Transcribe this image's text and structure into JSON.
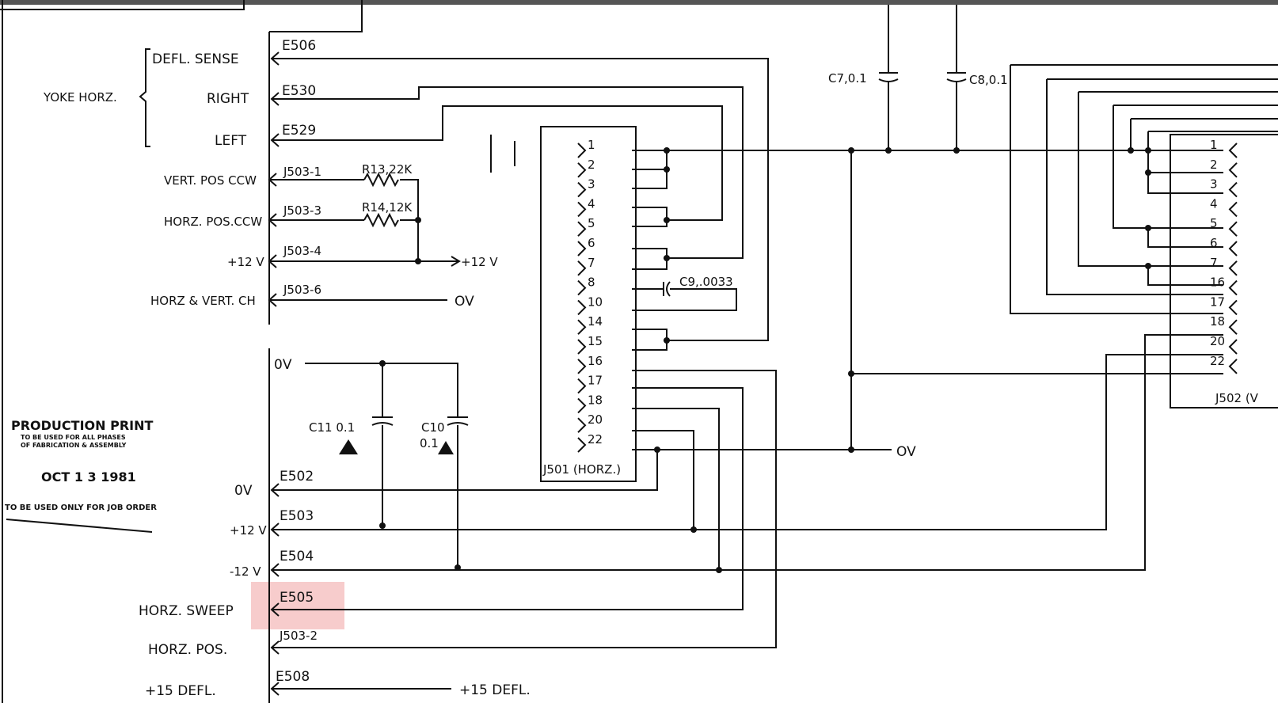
{
  "colors": {
    "ink": "#111111",
    "highlight": "#f7cccc",
    "topbar": "#555555"
  },
  "labels": {
    "defl_sense": "DEFL. SENSE",
    "yoke_horz": "YOKE HORZ.",
    "right": "RIGHT",
    "left": "LEFT",
    "vert_pos": "VERT. POS CCW",
    "horz_pos_ccw": "HORZ. POS.CCW",
    "plus12v_left": "+12 V",
    "horz_vert_ch": "HORZ & VERT. CH",
    "zero_v_left": "0V",
    "plus12v_left2": "+12 V",
    "minus12v": "-12 V",
    "horz_sweep": "HORZ. SWEEP",
    "horz_pos": "HORZ. POS.",
    "plus15_defl": "+15 DEFL."
  },
  "nodes": {
    "e506": "E506",
    "e530": "E530",
    "e529": "E529",
    "j503_1": "J503-1",
    "j503_3": "J503-3",
    "j503_4": "J503-4",
    "j503_6": "J503-6",
    "e502": "E502",
    "e503": "E503",
    "e504": "E504",
    "e505": "E505",
    "j503_2": "J503-2",
    "e508": "E508"
  },
  "components": {
    "r13": "R13,22K",
    "r14": "R14,12K",
    "c7": "C7,0.1",
    "c8": "C8,0.1",
    "c9": "C9,.0033",
    "c11": "C11 0.1",
    "c10_a": "C10",
    "c10_b": "0.1"
  },
  "net": {
    "plus12v": "+12 V",
    "ov_a": "OV",
    "ov_b": "OV",
    "ov_c": "0V",
    "plus15_defl": "+15 DEFL."
  },
  "j501": {
    "label": "J501 (HORZ.)",
    "pins": [
      "1",
      "2",
      "3",
      "4",
      "5",
      "6",
      "7",
      "8",
      "10",
      "14",
      "15",
      "16",
      "17",
      "18",
      "20",
      "22"
    ]
  },
  "j502": {
    "label": "J502 (V",
    "pins": [
      "1",
      "2",
      "3",
      "4",
      "5",
      "6",
      "7",
      "16",
      "17",
      "18",
      "20",
      "22"
    ]
  },
  "stamp": {
    "title": "PRODUCTION PRINT",
    "sub1": "TO BE USED FOR ALL PHASES",
    "sub2": "OF FABRICATION & ASSEMBLY",
    "date": "OCT 1 3 1981",
    "note": "TO BE USED ONLY FOR JOB ORDER"
  },
  "highlight": {
    "target": "E505"
  }
}
